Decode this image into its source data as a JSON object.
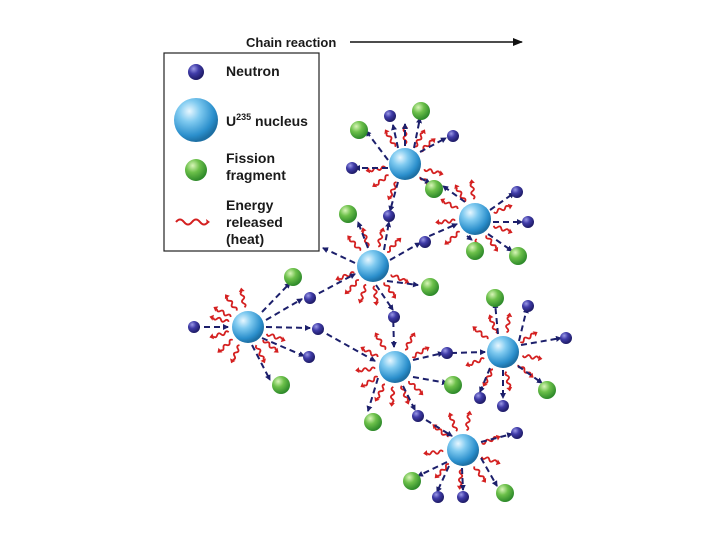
{
  "title": "Chain reaction",
  "legend": {
    "neutron_label": "Neutron",
    "nucleus_label_main": "U",
    "nucleus_label_sup": "235",
    "nucleus_label_rest": " nucleus",
    "fragment_label_line1": "Fission",
    "fragment_label_line2": "fragment",
    "energy_label_line1": "Energy",
    "energy_label_line2": "released",
    "energy_label_line3": "(heat)"
  },
  "colors": {
    "neutron": "#2d2a8a",
    "nucleus": "#3fa8de",
    "fragment": "#3aa23a",
    "energy": "#d42020",
    "arrow": "#1c1f6b"
  }
}
